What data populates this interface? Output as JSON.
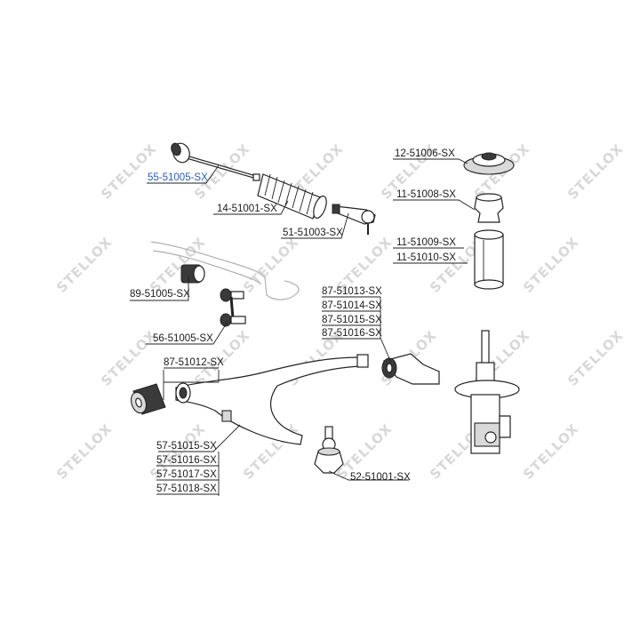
{
  "watermark": {
    "text": "STELLOX"
  },
  "labels": {
    "tie_rod": "55-51005-SX",
    "boot": "14-51001-SX",
    "tie_rod_end": "51-51003-SX",
    "strut_mount": "12-51006-SX",
    "bump_stop": "11-51008-SX",
    "dust_cover_1": "11-51009-SX",
    "dust_cover_2": "11-51010-SX",
    "stab_bush": "89-51005-SX",
    "stab_link": "56-51005-SX",
    "arm_bush_rear_1": "87-51013-SX",
    "arm_bush_rear_2": "87-51014-SX",
    "arm_bush_rear_3": "87-51015-SX",
    "arm_bush_rear_4": "87-51016-SX",
    "arm_bush_front": "87-51012-SX",
    "control_arm_1": "57-51015-SX",
    "control_arm_2": "57-51016-SX",
    "control_arm_3": "57-51017-SX",
    "control_arm_4": "57-51018-SX",
    "ball_joint": "52-51001-SX"
  },
  "colors": {
    "highlight": "#2a5ab8",
    "ink": "#1a1a1a",
    "watermark": "#d8d8d8"
  }
}
